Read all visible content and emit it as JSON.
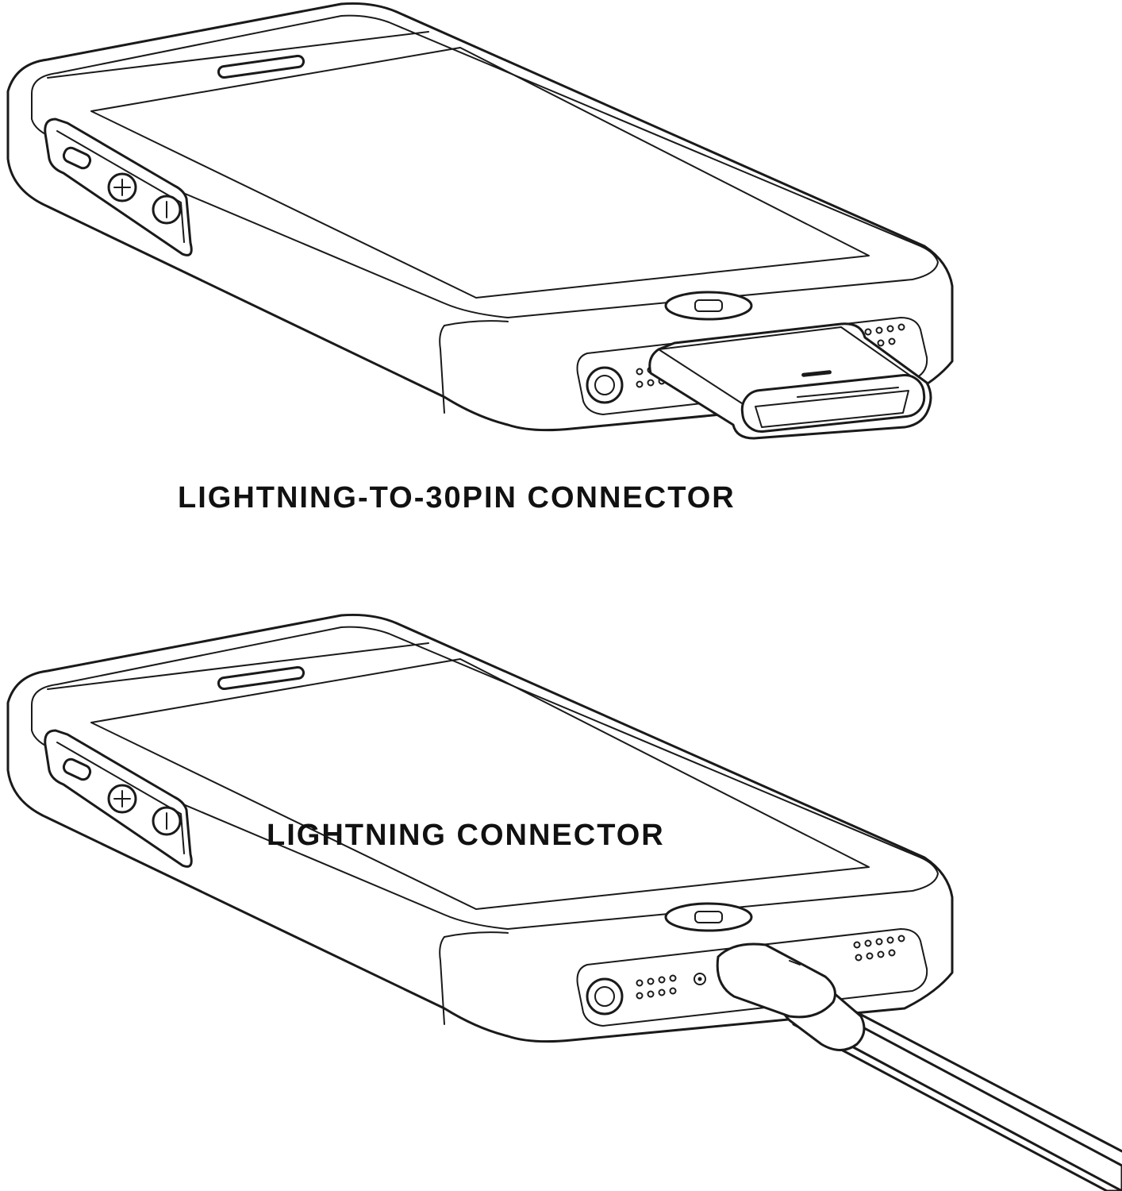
{
  "captions": {
    "top": "LIGHTNING-TO-30PIN CONNECTOR",
    "bottom": "LIGHTNING CONNECTOR"
  },
  "figures": {
    "top_icons": [
      "phone-case-illustration",
      "lightning-to-30pin-adapter-icon"
    ],
    "bottom_icons": [
      "phone-case-illustration",
      "lightning-cable-icon"
    ]
  }
}
